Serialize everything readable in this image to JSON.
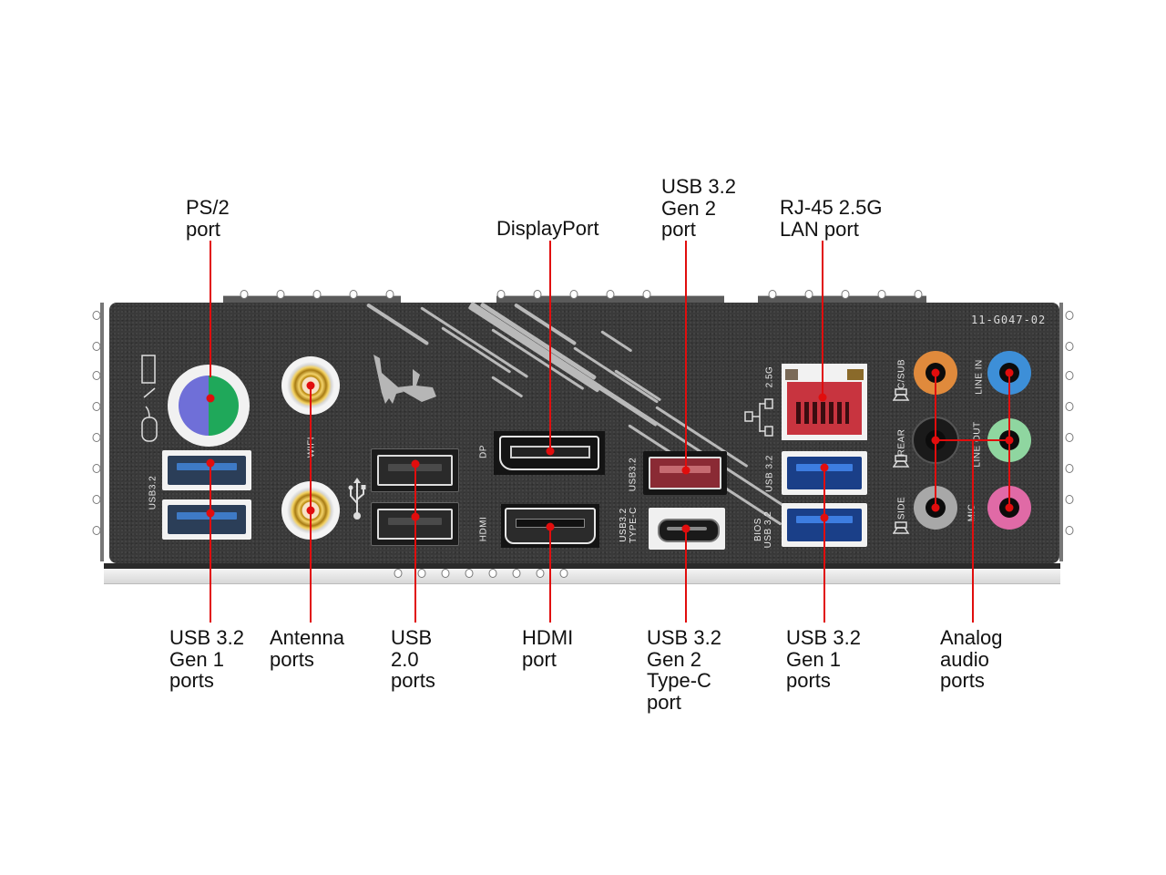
{
  "diagram": {
    "title": "Rear I/O panel port callouts",
    "panel_part_number": "11-G047-02",
    "leader_color": "#e10d0d",
    "top_callouts": [
      {
        "id": "ps2",
        "label": "PS/2\nport"
      },
      {
        "id": "displayport",
        "label": "DisplayPort"
      },
      {
        "id": "usb32-gen2",
        "label": "USB 3.2\nGen 2\nport"
      },
      {
        "id": "rj45",
        "label": "RJ-45 2.5G\nLAN port"
      }
    ],
    "bottom_callouts": [
      {
        "id": "usb32-gen1-left",
        "label": "USB 3.2\nGen 1\nports"
      },
      {
        "id": "antenna",
        "label": "Antenna\nports"
      },
      {
        "id": "usb20",
        "label": "USB\n2.0\nports"
      },
      {
        "id": "hdmi",
        "label": "HDMI\nport"
      },
      {
        "id": "usb32-gen2-typec",
        "label": "USB 3.2\nGen 2\nType-C\nport"
      },
      {
        "id": "usb32-gen1-right",
        "label": "USB 3.2\nGen 1\nports"
      },
      {
        "id": "analog-audio",
        "label": "Analog\naudio\nports"
      }
    ],
    "silkscreen": {
      "usb32_left": "USB3.2",
      "wifi": "WIFI",
      "dp": "DP",
      "hdmi": "HDMI",
      "usb32_red": "USB3.2",
      "usb32_typec": "USB3.2\nTYPE-C",
      "lan_speed": "2.5G",
      "usb32_blue_top": "USB 3.2",
      "usb32_blue_bottom": "BIOS\nUSB 3.2",
      "audio_csub": "C/SUB",
      "audio_rear": "REAR",
      "audio_side": "SIDE",
      "audio_linein": "LINE IN",
      "audio_lineout": "LINE OUT",
      "audio_mic": "MIC"
    },
    "icons": [
      "keyboard-icon",
      "mouse-icon",
      "usb-trident-icon",
      "network-icon",
      "speaker-icon",
      "aorus-eagle-logo"
    ],
    "port_colors": {
      "ps2_mouse": "#6f6fd8",
      "ps2_keyboard": "#1fa85a",
      "usb32_gen1": "#2f6fc4",
      "usb20": "#1a1a1a",
      "usb32_gen2_red": "#b23a48",
      "rj45": "#c8343f",
      "audio_csub": "#e08a3c",
      "audio_rear": "#1a1a1a",
      "audio_side": "#a8a8a8",
      "audio_linein": "#3d8fd8",
      "audio_lineout": "#8fd6a0",
      "audio_mic": "#e06aa6"
    }
  }
}
